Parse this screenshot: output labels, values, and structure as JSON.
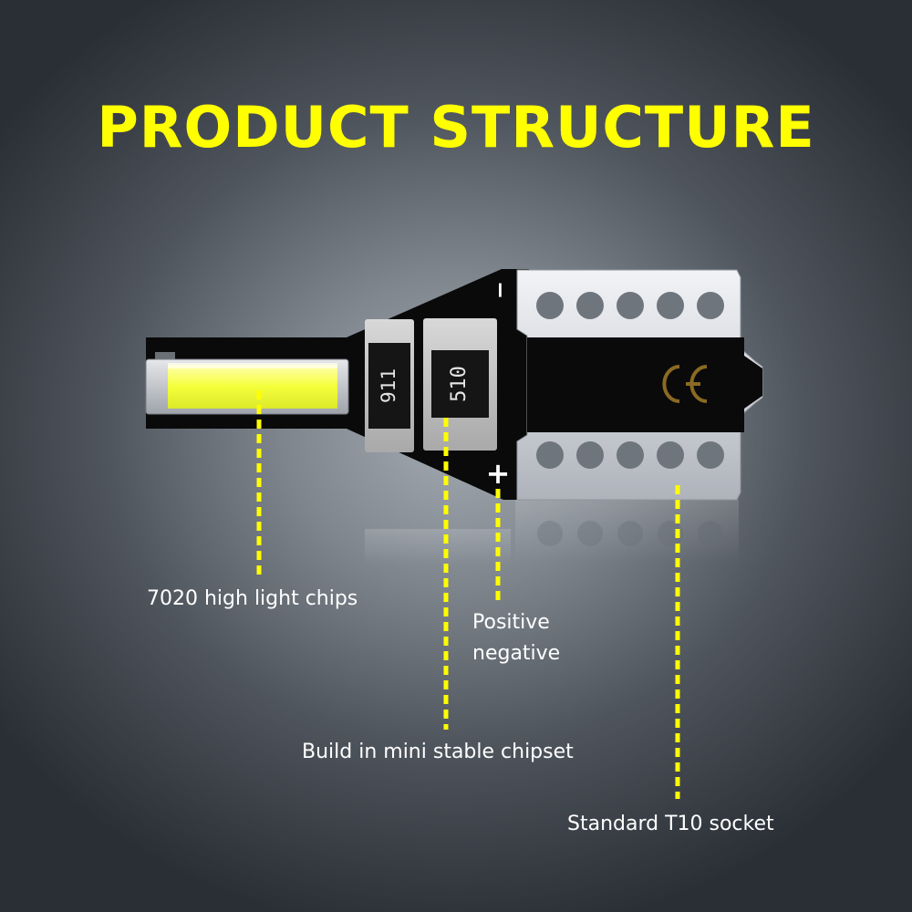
{
  "title": "PRODUCT STRUCTURE",
  "board_marks": {
    "minus": "−",
    "plus": "+",
    "resistor_1": "911",
    "resistor_2": "510"
  },
  "callouts": {
    "chips": "7020 high light chips",
    "positive": "Positive",
    "negative": "negative",
    "chipset": "Build in mini stable chipset",
    "socket": "Standard T10 socket"
  },
  "colors": {
    "accent": "#ffff00",
    "label_text": "#ffffff",
    "pcb": "#0a0a0a",
    "led": "#f4ff3a"
  }
}
